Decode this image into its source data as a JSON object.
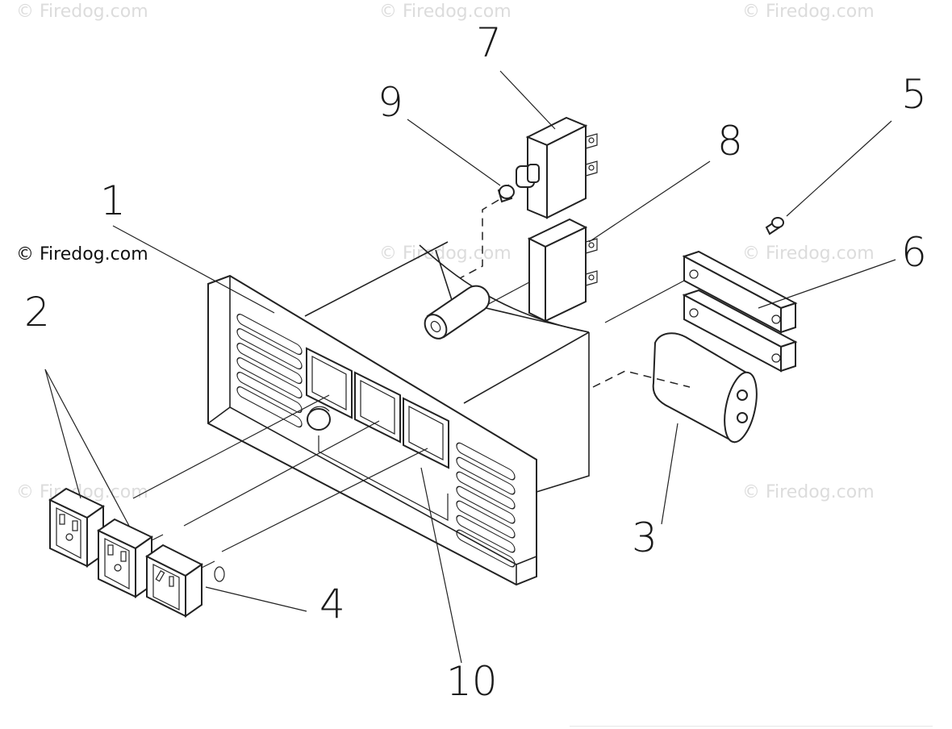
{
  "watermark": {
    "text": "© Firedog.com",
    "main_text": "© Firedog.com"
  },
  "callouts": [
    {
      "id": "1",
      "label": "1"
    },
    {
      "id": "2",
      "label": "2"
    },
    {
      "id": "3",
      "label": "3"
    },
    {
      "id": "4",
      "label": "4"
    },
    {
      "id": "5",
      "label": "5"
    },
    {
      "id": "6",
      "label": "6"
    },
    {
      "id": "7",
      "label": "7"
    },
    {
      "id": "8",
      "label": "8"
    },
    {
      "id": "9",
      "label": "9"
    },
    {
      "id": "10",
      "label": "10"
    }
  ]
}
